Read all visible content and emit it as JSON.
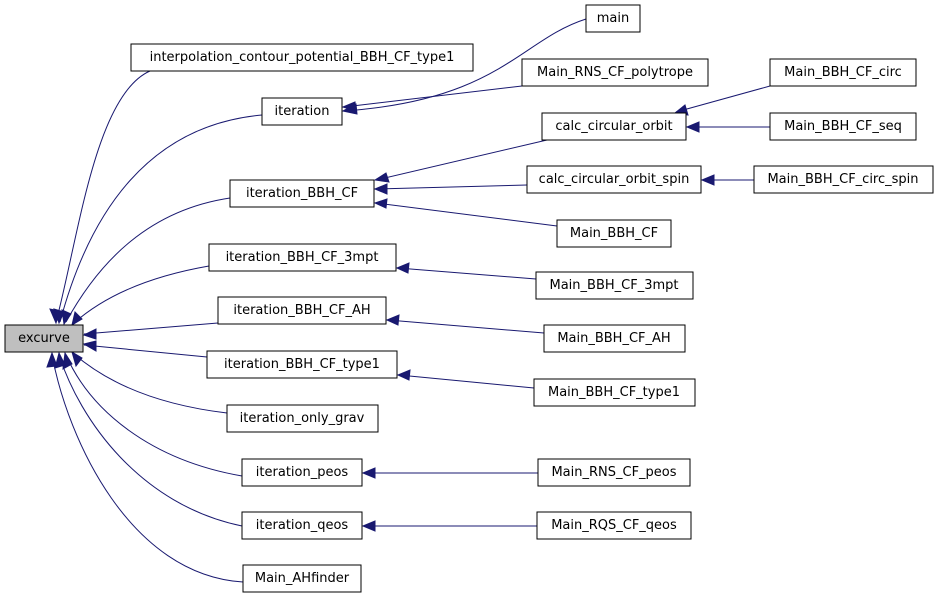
{
  "diagram": {
    "colors": {
      "edge": "#191970",
      "root_fill": "#bfbfbf",
      "node_fill": "#ffffff",
      "border": "#000000"
    },
    "nodes": {
      "excurve": "excurve",
      "interp": "interpolation_contour_potential_BBH_CF_type1",
      "iteration": "iteration",
      "it_bbh": "iteration_BBH_CF",
      "it_3mpt": "iteration_BBH_CF_3mpt",
      "it_ah": "iteration_BBH_CF_AH",
      "it_type1": "iteration_BBH_CF_type1",
      "it_grav": "iteration_only_grav",
      "it_peos": "iteration_peos",
      "it_qeos": "iteration_qeos",
      "ahfinder": "Main_AHfinder",
      "main": "main",
      "rns_poly": "Main_RNS_CF_polytrope",
      "calc_orbit": "calc_circular_orbit",
      "calc_spin": "calc_circular_orbit_spin",
      "m_bbh": "Main_BBH_CF",
      "m_3mpt": "Main_BBH_CF_3mpt",
      "m_ah": "Main_BBH_CF_AH",
      "m_type1": "Main_BBH_CF_type1",
      "m_peos": "Main_RNS_CF_peos",
      "m_qeos": "Main_RQS_CF_qeos",
      "m_circ": "Main_BBH_CF_circ",
      "m_seq": "Main_BBH_CF_seq",
      "m_circ_spin": "Main_BBH_CF_circ_spin"
    }
  }
}
